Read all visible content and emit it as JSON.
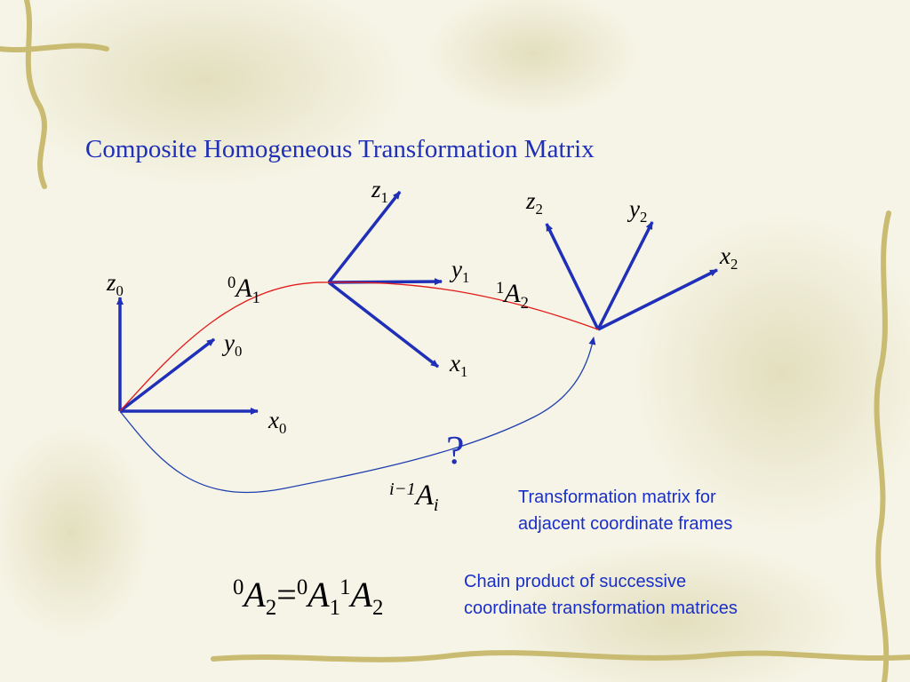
{
  "title": "Composite Homogeneous Transformation Matrix",
  "frame0": {
    "z": "z",
    "z_sub": "0",
    "y": "y",
    "y_sub": "0",
    "x": "x",
    "x_sub": "0"
  },
  "frame1": {
    "z": "z",
    "z_sub": "1",
    "y": "y",
    "y_sub": "1",
    "x": "x",
    "x_sub": "1"
  },
  "frame2": {
    "z": "z",
    "z_sub": "2",
    "y": "y",
    "y_sub": "2",
    "x": "x",
    "x_sub": "2"
  },
  "transform_01": {
    "sup": "0",
    "base": "A",
    "sub": "1"
  },
  "transform_12": {
    "sup": "1",
    "base": "A",
    "sub": "2"
  },
  "transform_general": {
    "sup": "i−1",
    "base": "A",
    "sub": "i"
  },
  "question_mark": "?",
  "note_adjacent": {
    "line1": "Transformation matrix for",
    "line2": "adjacent coordinate frames"
  },
  "equation": {
    "lhs_sup": "0",
    "lhs_base": "A",
    "lhs_sub": "2",
    "eq": "=",
    "t1_sup": "0",
    "t1_base": "A",
    "t1_sub": "1",
    "t2_sup": "1",
    "t2_base": "A",
    "t2_sub": "2"
  },
  "note_chain": {
    "line1": "Chain product of successive",
    "line2": "coordinate transformation matrices"
  },
  "colors": {
    "axis": "#1f2fb8",
    "red_path": "#e21b1b",
    "blue_path": "#1f3fb0",
    "text_blue": "#1a2fc8"
  }
}
